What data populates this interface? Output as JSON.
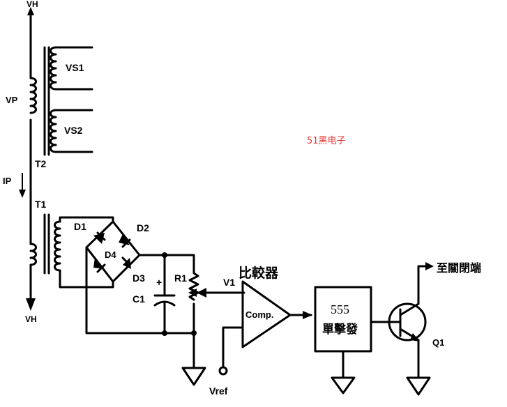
{
  "watermark": "51黑电子",
  "labels": {
    "vh_top": "VH",
    "vh_bottom": "VH",
    "vp": "VP",
    "ip": "IP",
    "vs1": "VS1",
    "vs2": "VS2",
    "t1": "T1",
    "t2": "T2",
    "d1": "D1",
    "d2": "D2",
    "d3": "D3",
    "d4": "D4",
    "c1": "C1",
    "r1": "R1",
    "v1": "V1",
    "vref": "Vref",
    "q1": "Q1",
    "plus": "+"
  },
  "comparator": {
    "title": "比較器",
    "label": "Comp."
  },
  "timer": {
    "line1": "555",
    "line2": "單擊發"
  },
  "output_label": "至關閉端"
}
